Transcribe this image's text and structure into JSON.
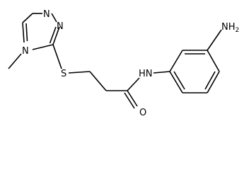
{
  "molecule": {
    "atoms": {
      "n_triazole_top_left": "N",
      "n_triazole_top_right": "N",
      "n_triazole_methyl": "N",
      "sulfur": "S",
      "amide_nh": "HN",
      "carbonyl_oxygen": "O",
      "amine_n": "NH",
      "amine_h_count": "2"
    }
  }
}
